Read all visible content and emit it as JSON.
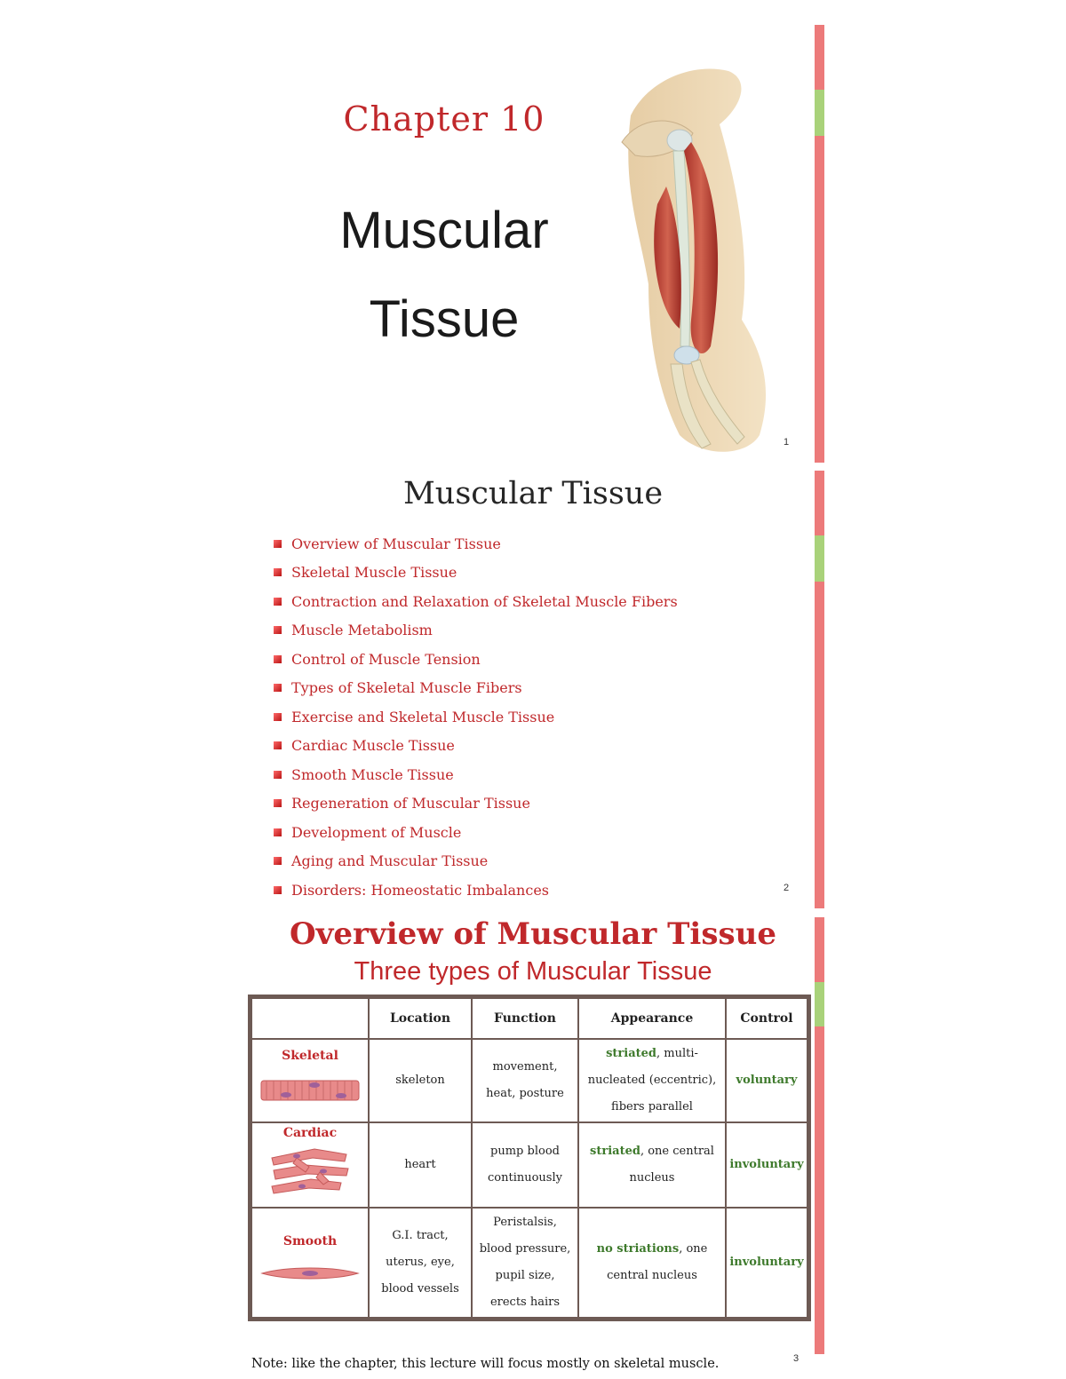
{
  "colors": {
    "accent_red": "#c0282b",
    "stripe_red": "#ec7a7a",
    "stripe_green": "#a9d27a",
    "table_border": "#6d5a54",
    "green_text": "#3e7a2c"
  },
  "slide1": {
    "chapter": "Chapter 10",
    "title_line1": "Muscular",
    "title_line2": "Tissue",
    "page": "1"
  },
  "slide2": {
    "title": "Muscular Tissue",
    "items": [
      "Overview of Muscular Tissue",
      "Skeletal Muscle Tissue",
      "Contraction and Relaxation of Skeletal Muscle Fibers",
      "Muscle Metabolism",
      "Control of Muscle Tension",
      "Types of Skeletal Muscle Fibers",
      "Exercise and Skeletal Muscle Tissue",
      "Cardiac Muscle Tissue",
      "Smooth Muscle Tissue",
      "Regeneration of Muscular Tissue",
      "Development of Muscle",
      "Aging and Muscular Tissue",
      "Disorders: Homeostatic Imbalances"
    ],
    "page": "2"
  },
  "slide3": {
    "title": "Overview of Muscular Tissue",
    "subtitle": "Three types of Muscular Tissue",
    "headers": [
      "Location",
      "Function",
      "Appearance",
      "Control"
    ],
    "rows": [
      {
        "name": "Skeletal",
        "location": [
          "skeleton"
        ],
        "function": [
          "movement,",
          "heat, posture"
        ],
        "appearance_green": "striated",
        "appearance_rest": [
          ", multi-",
          "nucleated (eccentric),",
          "fibers parallel"
        ],
        "control": "voluntary"
      },
      {
        "name": "Cardiac",
        "location": [
          "heart"
        ],
        "function": [
          "pump blood",
          "continuously"
        ],
        "appearance_green": "striated",
        "appearance_rest": [
          ", one central",
          "nucleus"
        ],
        "control": "involuntary"
      },
      {
        "name": "Smooth",
        "location": [
          "G.I. tract,",
          "uterus, eye,",
          "blood vessels"
        ],
        "function": [
          "Peristalsis,",
          "blood pressure,",
          "pupil size,",
          "erects hairs"
        ],
        "appearance_green": "no striations",
        "appearance_rest": [
          ", one",
          "central nucleus"
        ],
        "control": "involuntary"
      }
    ],
    "note": "Note: like the chapter, this lecture will focus mostly on skeletal muscle.",
    "page": "3"
  }
}
